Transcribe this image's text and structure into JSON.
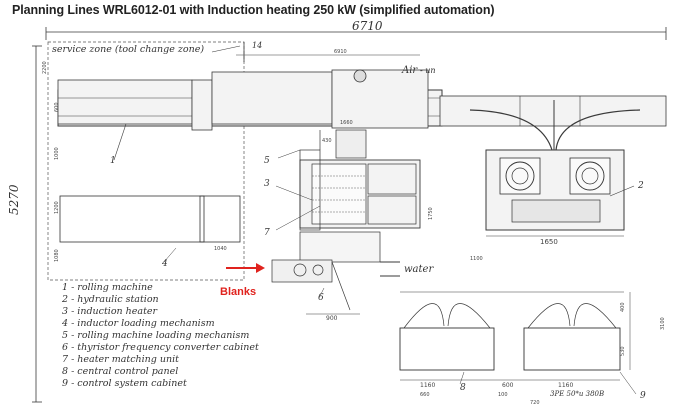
{
  "title": "Planning Lines WRL6012-01  with Induction heating 250  kW (simplified automation)",
  "labels": {
    "service_zone": "service zone (tool change zone)",
    "air": "Air",
    "air_suffix": "- un",
    "water": "water",
    "blanks": "Blanks",
    "cable": "3PE 50*u 380B"
  },
  "dimensions": {
    "total_width": "6710",
    "total_height": "5270",
    "width_6910": "6910",
    "dim_1650": "1650",
    "dim_900": "900",
    "dim_1660": "1660",
    "dim_600": "600",
    "dim_1200": "1200",
    "dim_1750": "1750",
    "dim_2200": "2200",
    "dim_3100": "3100",
    "dim_1040": "1040",
    "dim_1100": "1100",
    "dim_660": "660",
    "dim_1160": "1160",
    "dim_600b": "600",
    "dim_1080": "1080",
    "dim_400": "400",
    "dim_1000": "1000",
    "dim_430": "430",
    "dim_530": "530",
    "dim_100": "100",
    "dim_1160b": "1160",
    "dim_720": "720"
  },
  "callouts": [
    "14",
    "1",
    "5",
    "3",
    "7",
    "2",
    "8",
    "4",
    "6",
    "9"
  ],
  "legend": [
    "1 - rolling machine",
    "2 - hydraulic station",
    "3 - induction heater",
    "4 - inductor loading mechanism",
    "5 - rolling machine loading mechanism",
    "6 - thyristor frequency converter cabinet",
    "7 - heater matching unit",
    "8 - central control panel",
    "9 - control system cabinet"
  ],
  "colors": {
    "accent_red": "#e0231e",
    "line": "#3a3a3a",
    "text": "#222222"
  }
}
